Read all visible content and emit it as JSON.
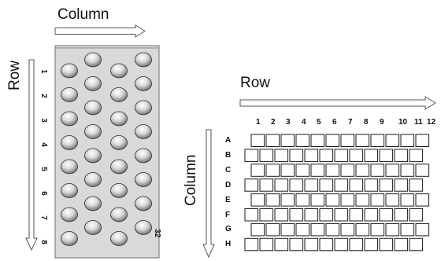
{
  "left_rack": {
    "column_label": "Column",
    "row_label": "Row",
    "row_numbers": [
      "1",
      "2",
      "3",
      "4",
      "5",
      "6",
      "7",
      "8"
    ],
    "count_label": "32"
  },
  "right_plate": {
    "row_label": "Row",
    "column_label": "Column",
    "column_numbers": [
      "1",
      "2",
      "3",
      "4",
      "5",
      "6",
      "7",
      "8",
      "9",
      "10",
      "11",
      "12"
    ],
    "row_letters": [
      "A",
      "B",
      "C",
      "D",
      "E",
      "F",
      "G",
      "H"
    ]
  },
  "colors": {
    "rack_fill": "#d9d9d9",
    "rack_edge": "#6e6e6e",
    "well_stroke": "#1a1a1a",
    "arrow_stroke": "#555555"
  }
}
